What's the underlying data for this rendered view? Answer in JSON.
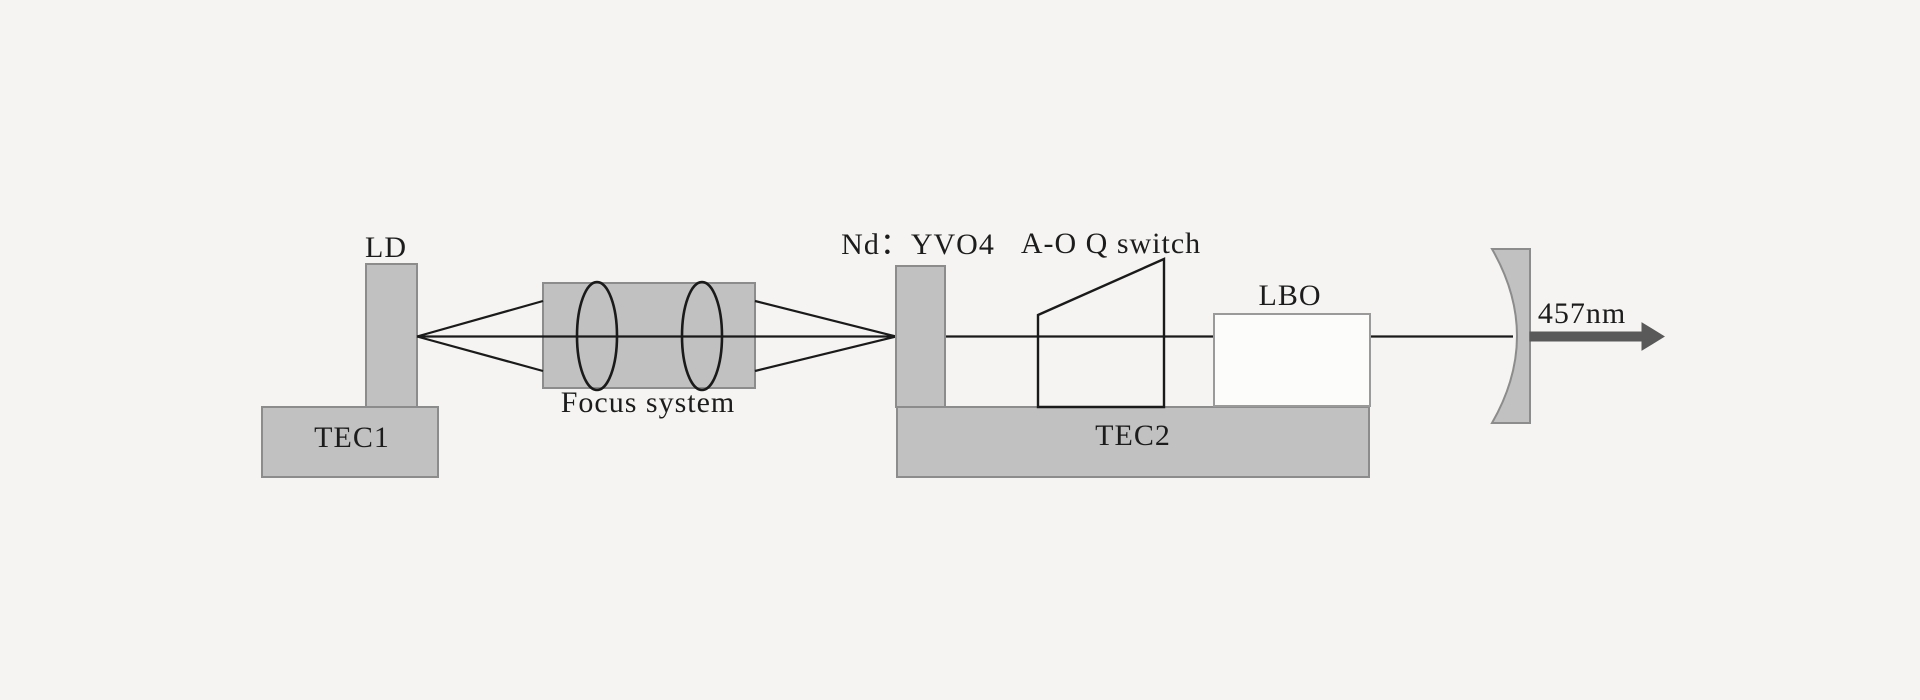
{
  "diagram": {
    "labels": {
      "ld": "LD",
      "tec1": "TEC1",
      "focus_system": "Focus system",
      "nd_yvo4": "Nd：YVO4",
      "ao_q_switch": "A-O Q switch",
      "lbo": "LBO",
      "tec2": "TEC2",
      "output_wavelength": "457nm"
    },
    "colors": {
      "background": "#f5f4f2",
      "component_fill": "#c1c1c1",
      "component_border": "#8c8c8c",
      "line": "#1a1a1a",
      "lbo_fill": "#fcfcfb",
      "lbo_border": "#9a9a9a",
      "arrow": "#595959"
    }
  }
}
